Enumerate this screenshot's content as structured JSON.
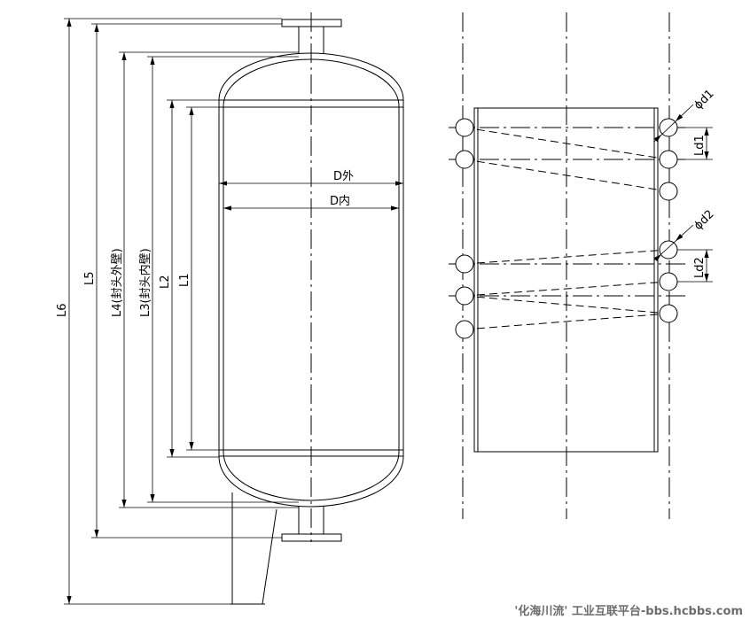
{
  "labels": {
    "d_outer": "D外",
    "d_inner": "D内",
    "l1": "L1",
    "l2": "L2",
    "l3": "L3(封头内壁)",
    "l4": "L4(封头外壁)",
    "l5": "L5",
    "l6": "L6",
    "phi_d1": "ϕd1",
    "ld1": "Ld1",
    "phi_d2": "ϕd2",
    "ld2": "Ld2"
  },
  "watermark": "'化海川流' 工业互联平台-bbs.hcbbs.com"
}
